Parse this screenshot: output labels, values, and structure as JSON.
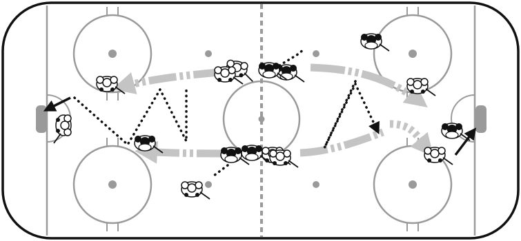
{
  "diagram": {
    "kind": "hockey-rink-drill",
    "colors": {
      "boards": "#111111",
      "rink_lines": "#9a9a9a",
      "path": "#c4c4c4",
      "dotted_pass": "#111111",
      "player_fill_white": "#ffffff",
      "player_fill_black": "#111111",
      "net": "#9a9a9a"
    },
    "players": [
      {
        "id": "p1",
        "team": "white"
      },
      {
        "id": "p2",
        "team": "white"
      },
      {
        "id": "p3",
        "team": "white"
      },
      {
        "id": "p4",
        "team": "black"
      },
      {
        "id": "p5",
        "team": "black"
      },
      {
        "id": "p6",
        "team": "black"
      },
      {
        "id": "p7",
        "team": "white"
      },
      {
        "id": "p8",
        "team": "black"
      },
      {
        "id": "p9",
        "team": "white"
      },
      {
        "id": "p10",
        "team": "black"
      },
      {
        "id": "p11",
        "team": "white"
      },
      {
        "id": "p12",
        "team": "black"
      },
      {
        "id": "p13",
        "team": "black"
      },
      {
        "id": "p14",
        "team": "white"
      },
      {
        "id": "p15",
        "team": "white"
      },
      {
        "id": "p16",
        "team": "white"
      }
    ]
  }
}
